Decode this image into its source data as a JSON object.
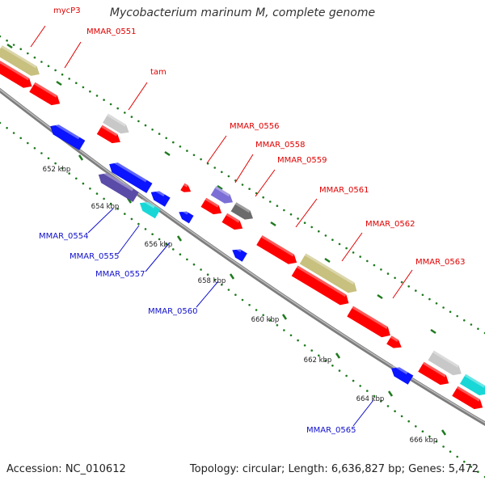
{
  "title": "Mycobacterium marinum M, complete genome",
  "footer": {
    "accession": "Accession: NC_010612",
    "summary": "Topology: circular; Length: 6,636,827 bp; Genes: 5,472"
  },
  "colors": {
    "backbone": "#8a8a8a",
    "tick": "#1f7a1f",
    "forward_label": "#e00000",
    "reverse_label": "#1010cc",
    "red": "#ff0000",
    "blue": "#0a14ff",
    "khaki": "#c8c07e",
    "silver": "#c8c8c8",
    "navy": "#5b4ba8",
    "cyan": "#19d7d7",
    "lavender": "#7b6fd6",
    "gray": "#6b6b6b"
  },
  "kbp_labels": [
    "652 kbp",
    "654 kbp",
    "656 kbp",
    "658 kbp",
    "660 kbp",
    "662 kbp",
    "664 kbp",
    "666 kbp"
  ],
  "forward_genes": [
    "mycP3",
    "MMAR_0551",
    "tam",
    "MMAR_0556",
    "MMAR_0558",
    "MMAR_0559",
    "MMAR_0561",
    "MMAR_0562",
    "MMAR_0563"
  ],
  "reverse_genes": [
    "MMAR_0554",
    "MMAR_0555",
    "MMAR_0557",
    "MMAR_0560",
    "MMAR_0565"
  ]
}
